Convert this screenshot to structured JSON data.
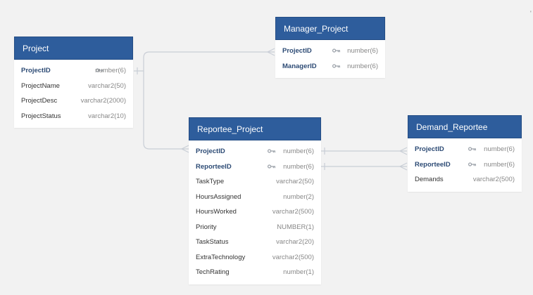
{
  "diagram": {
    "line_color": "#c9ced6",
    "header_color": "#2e5d9c",
    "corner_mark": "'",
    "entities": [
      {
        "id": "project",
        "title": "Project",
        "fields": [
          {
            "name": "ProjectID",
            "type": "number(6)",
            "key": true
          },
          {
            "name": "ProjectName",
            "type": "varchar2(50)",
            "key": false
          },
          {
            "name": "ProjectDesc",
            "type": "varchar2(2000)",
            "key": false
          },
          {
            "name": "ProjectStatus",
            "type": "varchar2(10)",
            "key": false
          }
        ]
      },
      {
        "id": "manager-project",
        "title": "Manager_Project",
        "fields": [
          {
            "name": "ProjectID",
            "type": "number(6)",
            "key": true
          },
          {
            "name": "ManagerID",
            "type": "number(6)",
            "key": true
          }
        ]
      },
      {
        "id": "reportee-project",
        "title": "Reportee_Project",
        "fields": [
          {
            "name": "ProjectID",
            "type": "number(6)",
            "key": true
          },
          {
            "name": "ReporteeID",
            "type": "number(6)",
            "key": true
          },
          {
            "name": "TaskType",
            "type": "varchar2(50)",
            "key": false
          },
          {
            "name": "HoursAssigned",
            "type": "number(2)",
            "key": false
          },
          {
            "name": "HoursWorked",
            "type": "varchar2(500)",
            "key": false
          },
          {
            "name": "Priority",
            "type": "NUMBER(1)",
            "key": false
          },
          {
            "name": "TaskStatus",
            "type": "varchar2(20)",
            "key": false
          },
          {
            "name": "ExtraTechnology",
            "type": "varchar2(500)",
            "key": false
          },
          {
            "name": "TechRating",
            "type": "number(1)",
            "key": false
          }
        ]
      },
      {
        "id": "demand-reportee",
        "title": "Demand_Reportee",
        "fields": [
          {
            "name": "ProjectID",
            "type": "number(6)",
            "key": true
          },
          {
            "name": "ReporteeID",
            "type": "number(6)",
            "key": true
          },
          {
            "name": "Demands",
            "type": "varchar2(500)",
            "key": false
          }
        ]
      }
    ]
  }
}
